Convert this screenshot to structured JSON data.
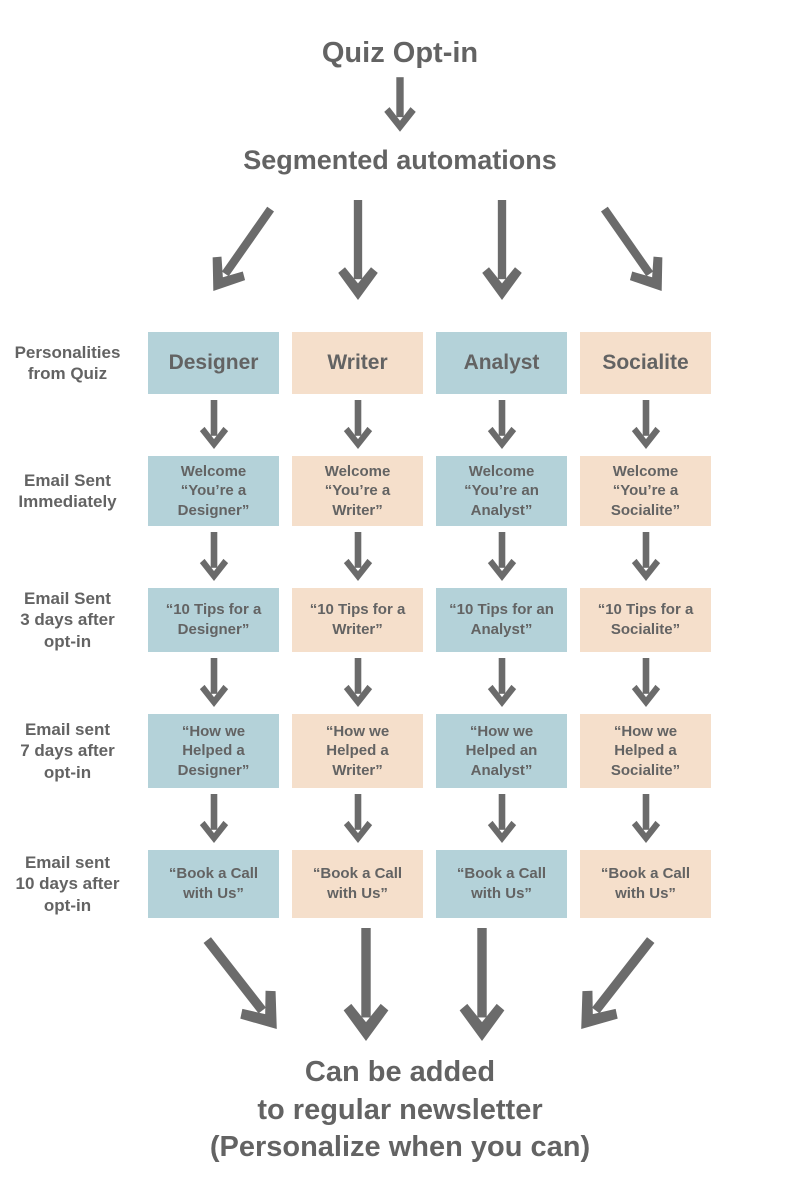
{
  "title": "Quiz Opt-in",
  "subtitle": "Segmented automations",
  "footer": "Can be added\nto regular newsletter\n(Personalize when you can)",
  "colors": {
    "box_blue": "#b4d2d9",
    "box_peach": "#f5dfcb",
    "text_gray": "#636363",
    "arrow_gray": "#6b6b6b",
    "background": "#ffffff"
  },
  "icons": {
    "down_arrow": "barbed down arrow",
    "diagonal_down_left_arrow": "barbed arrow pointing down-left",
    "diagonal_down_right_arrow": "barbed arrow pointing down-right"
  },
  "rows": [
    {
      "label": "Personalities\nfrom Quiz",
      "cells": [
        "Designer",
        "Writer",
        "Analyst",
        "Socialite"
      ]
    },
    {
      "label": "Email Sent\nImmediately",
      "cells": [
        "Welcome\n“You’re a\nDesigner”",
        "Welcome\n“You’re a\nWriter”",
        "Welcome\n“You’re an\nAnalyst”",
        "Welcome\n“You’re a\nSocialite”"
      ]
    },
    {
      "label": "Email Sent\n3 days after\nopt-in",
      "cells": [
        "“10 Tips for a\nDesigner”",
        "“10 Tips for a\nWriter”",
        "“10 Tips for an\nAnalyst”",
        "“10 Tips for a\nSocialite”"
      ]
    },
    {
      "label": "Email sent\n7 days after\nopt-in",
      "cells": [
        "“How we\nHelped a\nDesigner”",
        "“How we\nHelped a\nWriter”",
        "“How we\nHelped an\nAnalyst”",
        "“How we\nHelped a\nSocialite”"
      ]
    },
    {
      "label": "Email sent\n10 days after\nopt-in",
      "cells": [
        "“Book a Call\nwith Us”",
        "“Book a Call\nwith Us”",
        "“Book a Call\nwith Us”",
        "“Book a Call\nwith Us”"
      ]
    }
  ]
}
